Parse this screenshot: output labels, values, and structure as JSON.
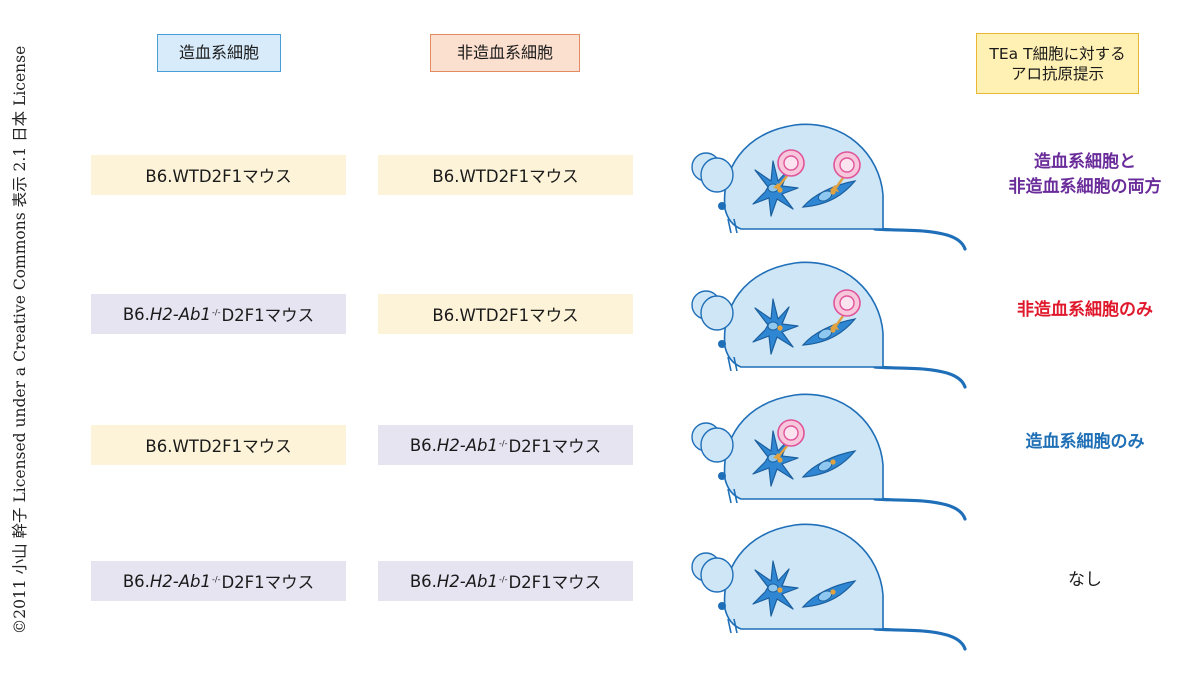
{
  "copyright": "©2011 小山 幹子 Licensed under a Creative Commons 表示 2.1 日本 License",
  "headers": {
    "hematopoietic": "造血系細胞",
    "nonhematopoietic": "非造血系細胞",
    "presentation": [
      "TEa T細胞に対する",
      "アロ抗原提示"
    ]
  },
  "rows": [
    {
      "hema": {
        "type": "wt",
        "text": "B6.WTD2F1マウス"
      },
      "nonhema": {
        "type": "wt",
        "text": "B6.WTD2F1マウス"
      },
      "result": [
        "造血系細胞と",
        "非造血系細胞の両方"
      ],
      "result_color": "#6a2c9a",
      "tcell_hema": true,
      "tcell_nonhema": true
    },
    {
      "hema": {
        "type": "ko",
        "prefix": "B6.",
        "gene": "H2-Ab1",
        "sup": "-/-",
        "suffix": "D2F1マウス"
      },
      "nonhema": {
        "type": "wt",
        "text": "B6.WTD2F1マウス"
      },
      "result": [
        "非造血系細胞のみ"
      ],
      "result_color": "#e0182c",
      "tcell_hema": false,
      "tcell_nonhema": true
    },
    {
      "hema": {
        "type": "wt",
        "text": "B6.WTD2F1マウス"
      },
      "nonhema": {
        "type": "ko",
        "prefix": "B6.",
        "gene": "H2-Ab1",
        "sup": "-/-",
        "suffix": "D2F1マウス"
      },
      "result": [
        "造血系細胞のみ"
      ],
      "result_color": "#1e6fb5",
      "tcell_hema": true,
      "tcell_nonhema": false
    },
    {
      "hema": {
        "type": "ko",
        "prefix": "B6.",
        "gene": "H2-Ab1",
        "sup": "-/-",
        "suffix": "D2F1マウス"
      },
      "nonhema": {
        "type": "ko",
        "prefix": "B6.",
        "gene": "H2-Ab1",
        "sup": "-/-",
        "suffix": "D2F1マウス"
      },
      "result": [
        "なし"
      ],
      "result_color": "#1a1a1a",
      "tcell_hema": false,
      "tcell_nonhema": false
    }
  ],
  "colors": {
    "mouse_fill": "#cfe6f6",
    "mouse_stroke": "#1f6fb8",
    "cell_fill": "#2f86d3",
    "tcell_outer": "#f7c7dc",
    "tcell_stroke": "#e0559a",
    "antigen": "#e2a23f"
  }
}
